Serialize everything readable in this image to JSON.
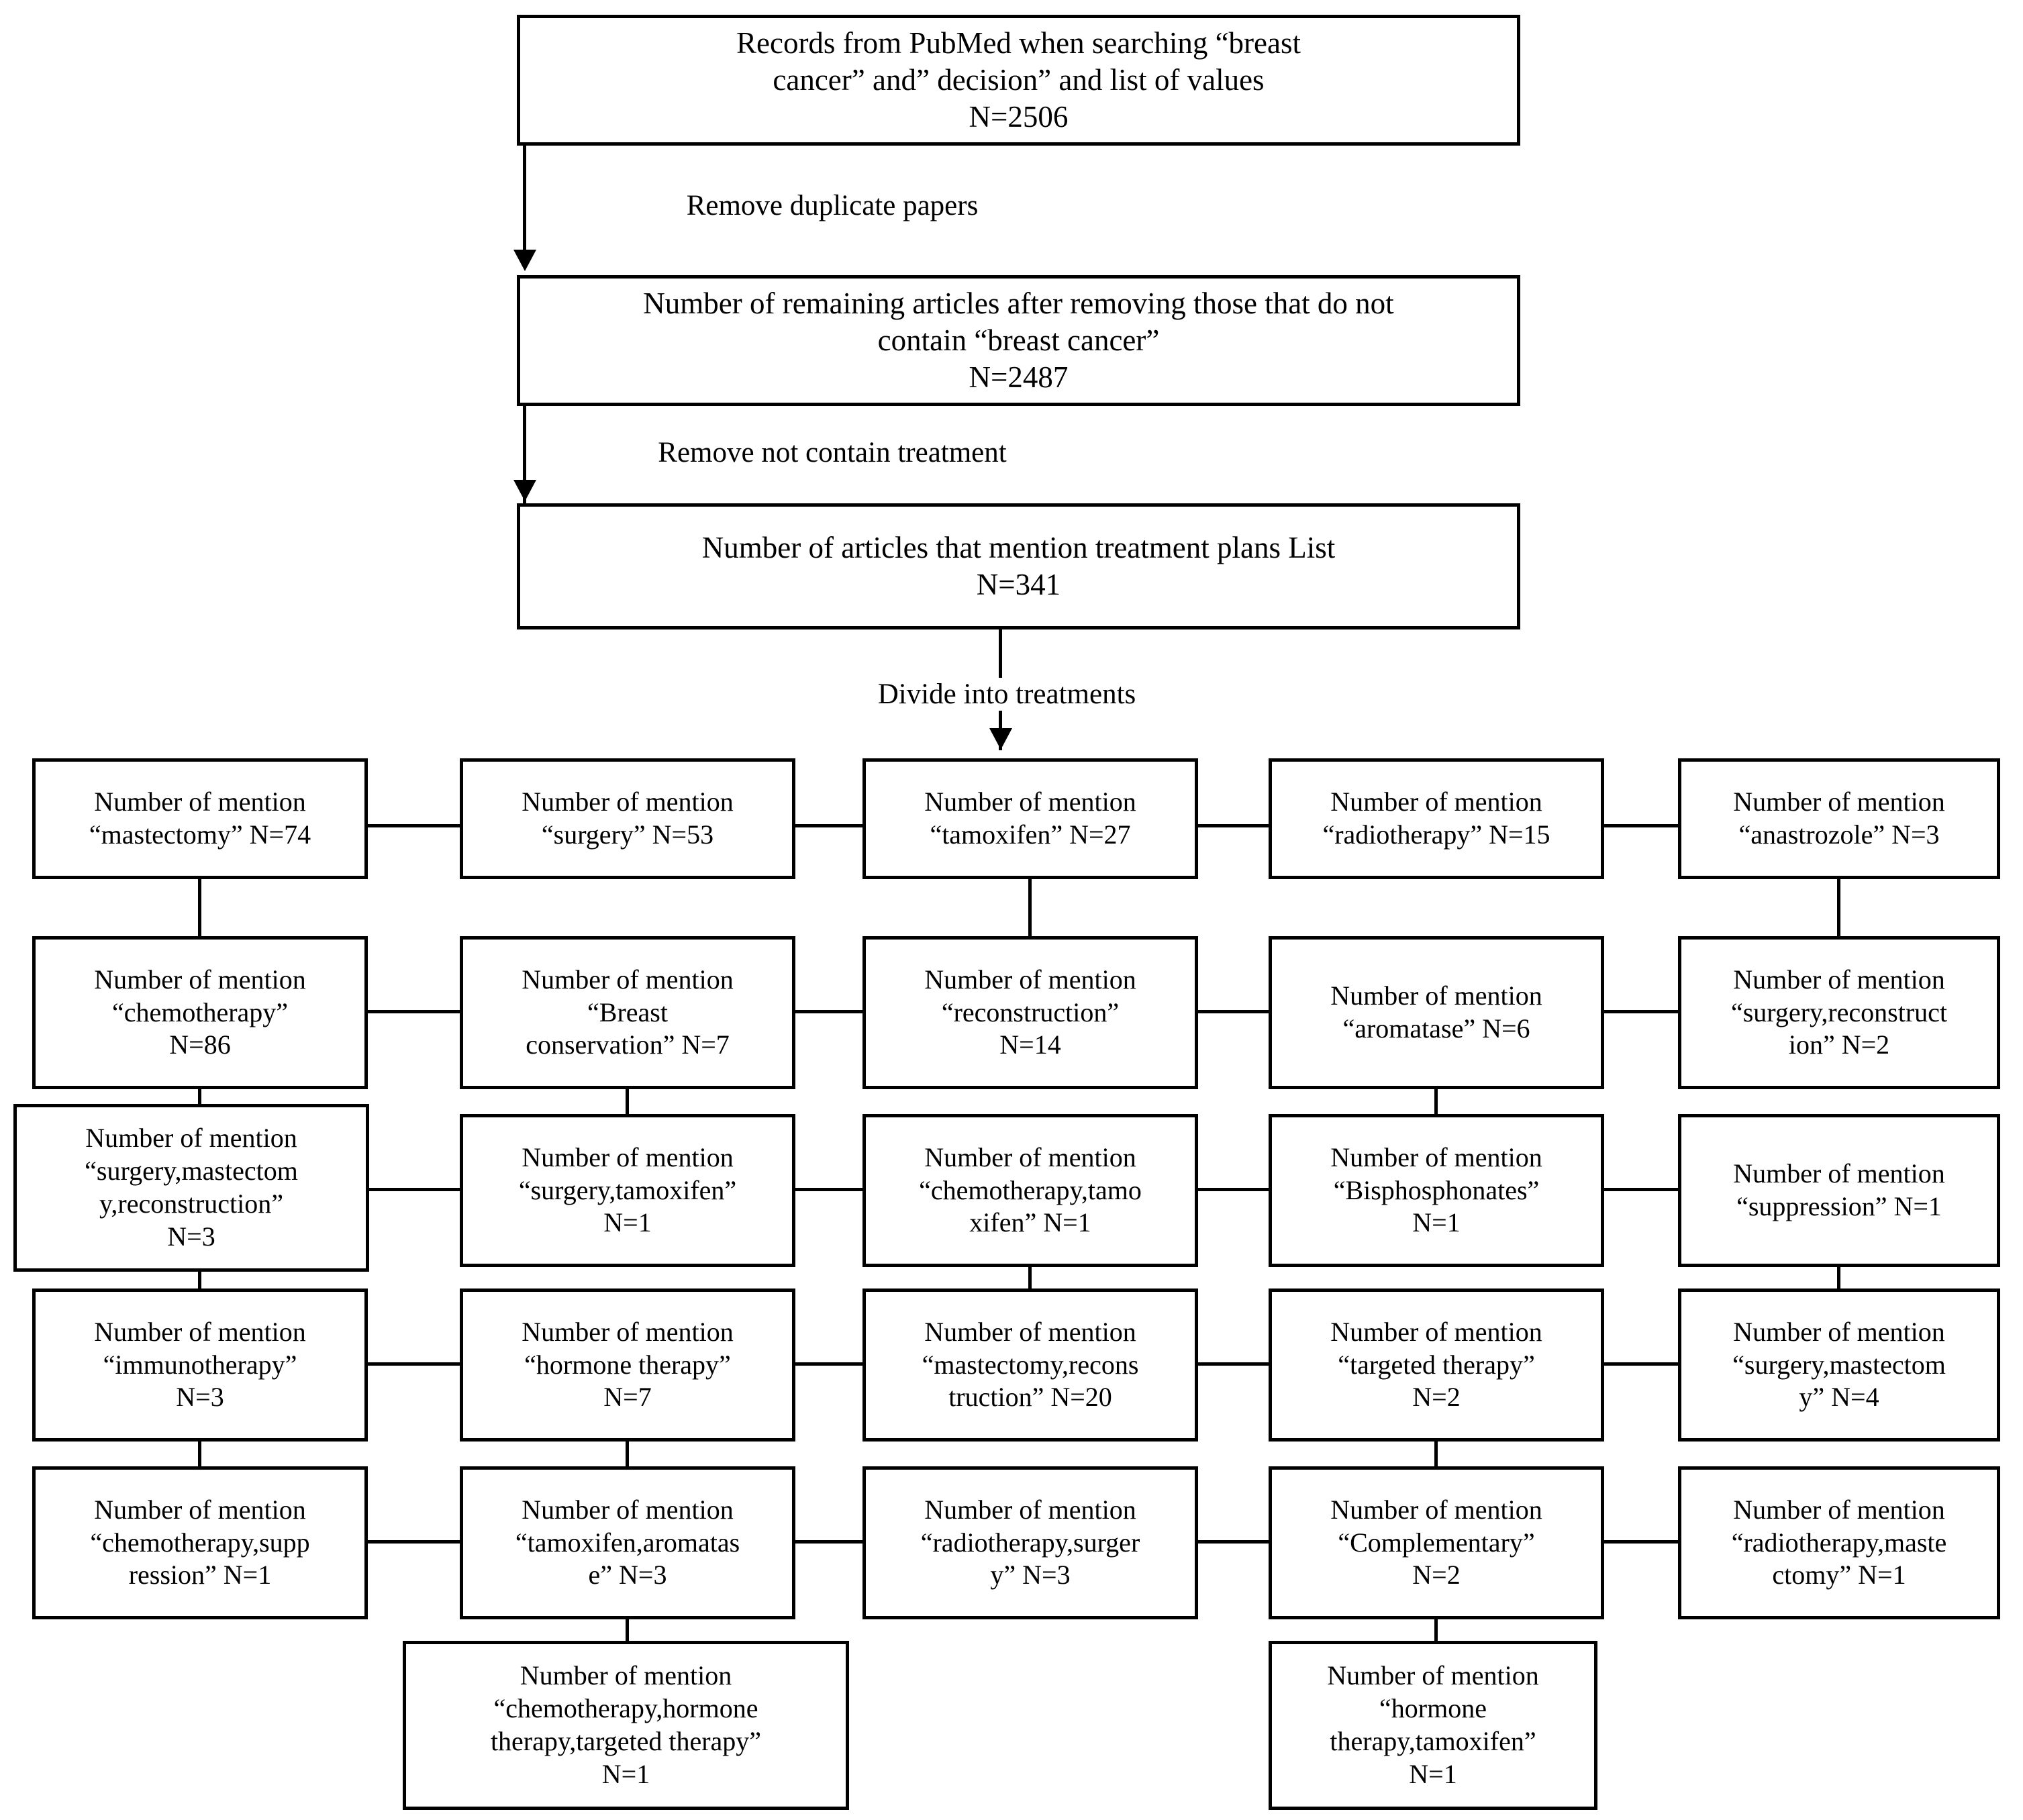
{
  "diagram": {
    "title": "PubMed breast cancer treatment article screening flowchart",
    "stages": [
      {
        "id": "stage-records",
        "text": "Records from PubMed when searching “breast\ncancer” and” decision” and list of values\nN=2506"
      },
      {
        "id": "stage-remaining",
        "text": "Number of remaining articles after removing those that do not\ncontain  “breast cancer”\nN=2487"
      },
      {
        "id": "stage-treatment-plans",
        "text": "Number of articles that mention treatment plans List\nN=341"
      }
    ],
    "edge_labels": [
      {
        "id": "edge-remove-duplicates",
        "text": "Remove  duplicate papers"
      },
      {
        "id": "edge-remove-not-treatment",
        "text": "Remove not contain treatment"
      },
      {
        "id": "edge-divide-treatments",
        "text": "Divide into treatments"
      }
    ],
    "grid": {
      "rows": [
        [
          {
            "term": "mastectomy",
            "n": "74",
            "text": "Number of mention\n“mastectomy” N=74"
          },
          {
            "term": "surgery",
            "n": "53",
            "text": "Number of mention\n“surgery” N=53"
          },
          {
            "term": "tamoxifen",
            "n": "27",
            "text": "Number of mention\n“tamoxifen” N=27"
          },
          {
            "term": "radiotherapy",
            "n": "15",
            "text": "Number of mention\n“radiotherapy” N=15"
          },
          {
            "term": "anastrozole",
            "n": "3",
            "text": "Number of mention\n“anastrozole” N=3"
          }
        ],
        [
          {
            "term": "chemotherapy",
            "n": "86",
            "text": "Number of mention\n“chemotherapy”\nN=86"
          },
          {
            "term": "Breast conservation",
            "n": "7",
            "text": "Number of mention\n“Breast\nconservation” N=7"
          },
          {
            "term": "reconstruction",
            "n": "14",
            "text": "Number of mention\n“reconstruction”\nN=14"
          },
          {
            "term": "aromatase",
            "n": "6",
            "text": "Number of mention\n“aromatase” N=6"
          },
          {
            "term": "surgery,reconstruction",
            "n": "2",
            "text": "Number of mention\n“surgery,reconstruct\nion” N=2"
          }
        ],
        [
          {
            "term": "surgery,mastectomy,reconstruction",
            "n": "3",
            "text": "Number of mention\n“surgery,mastectom\ny,reconstruction”\nN=3"
          },
          {
            "term": "surgery,tamoxifen",
            "n": "1",
            "text": "Number of mention\n“surgery,tamoxifen”\nN=1"
          },
          {
            "term": "chemotherapy,tamoxifen",
            "n": "1",
            "text": "Number of mention\n“chemotherapy,tamo\nxifen” N=1"
          },
          {
            "term": "Bisphosphonates",
            "n": "1",
            "text": "Number of mention\n“Bisphosphonates”\nN=1"
          },
          {
            "term": "suppression",
            "n": "1",
            "text": "Number of mention\n“suppression” N=1"
          }
        ],
        [
          {
            "term": "immunotherapy",
            "n": "3",
            "text": "Number of mention\n“immunotherapy”\nN=3"
          },
          {
            "term": "hormone therapy",
            "n": "7",
            "text": "Number of mention\n“hormone therapy”\nN=7"
          },
          {
            "term": "mastectomy,reconstruction",
            "n": "20",
            "text": "Number of mention\n“mastectomy,recons\ntruction” N=20"
          },
          {
            "term": "targeted therapy",
            "n": "2",
            "text": "Number of mention\n“targeted therapy”\nN=2"
          },
          {
            "term": "surgery,mastectomy",
            "n": "4",
            "text": "Number of mention\n“surgery,mastectom\ny” N=4"
          }
        ],
        [
          {
            "term": "chemotherapy,suppression",
            "n": "1",
            "text": "Number of mention\n“chemotherapy,supp\nression” N=1"
          },
          {
            "term": "tamoxifen,aromatase",
            "n": "3",
            "text": "Number of mention\n“tamoxifen,aromatas\ne” N=3"
          },
          {
            "term": "radiotherapy,surgery",
            "n": "3",
            "text": "Number of mention\n“radiotherapy,surger\ny” N=3"
          },
          {
            "term": "Complementary",
            "n": "2",
            "text": "Number of mention\n“Complementary”\nN=2"
          },
          {
            "term": "radiotherapy,mastectomy",
            "n": "1",
            "text": "Number of mention\n“radiotherapy,maste\nctomy” N=1"
          }
        ]
      ],
      "tail": [
        {
          "term": "chemotherapy,hormone therapy,targeted therapy",
          "n": "1",
          "text": "Number of mention\n“chemotherapy,hormone\ntherapy,targeted therapy”\nN=1"
        },
        {
          "term": "hormone therapy,tamoxifen",
          "n": "1",
          "text": "Number of mention\n“hormone\ntherapy,tamoxifen”\nN=1"
        }
      ]
    }
  },
  "style": {
    "stroke": "#000000",
    "background": "#ffffff"
  }
}
